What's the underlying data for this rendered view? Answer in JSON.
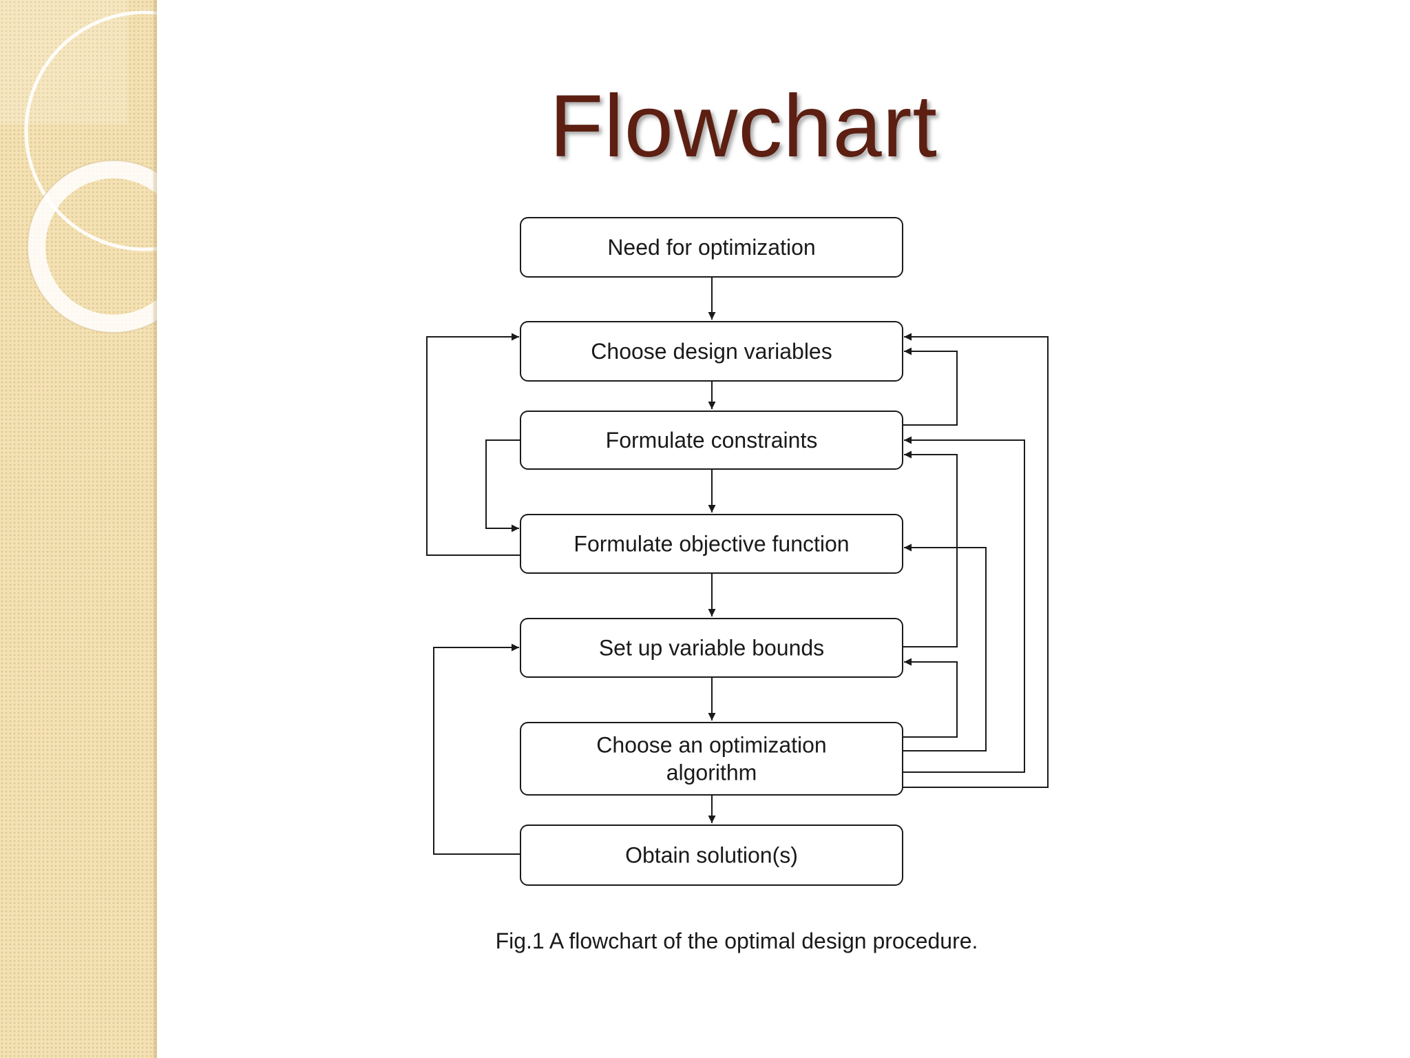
{
  "slide": {
    "title": "Flowchart",
    "caption": "Fig.1 A flowchart of the optimal design procedure."
  },
  "flowchart": {
    "steps": [
      {
        "id": "need",
        "lines": [
          "Need for optimization"
        ]
      },
      {
        "id": "design-variables",
        "lines": [
          "Choose design variables"
        ]
      },
      {
        "id": "constraints",
        "lines": [
          "Formulate constraints"
        ]
      },
      {
        "id": "objective",
        "lines": [
          "Formulate objective function"
        ]
      },
      {
        "id": "bounds",
        "lines": [
          "Set up variable bounds"
        ]
      },
      {
        "id": "algorithm",
        "lines": [
          "Choose an optimization",
          "algorithm"
        ]
      },
      {
        "id": "solution",
        "lines": [
          "Obtain solution(s)"
        ]
      }
    ]
  },
  "colors": {
    "title": "#5c1f12",
    "stroke": "#1a1a1a",
    "sidebar": "#f4e2b4"
  }
}
